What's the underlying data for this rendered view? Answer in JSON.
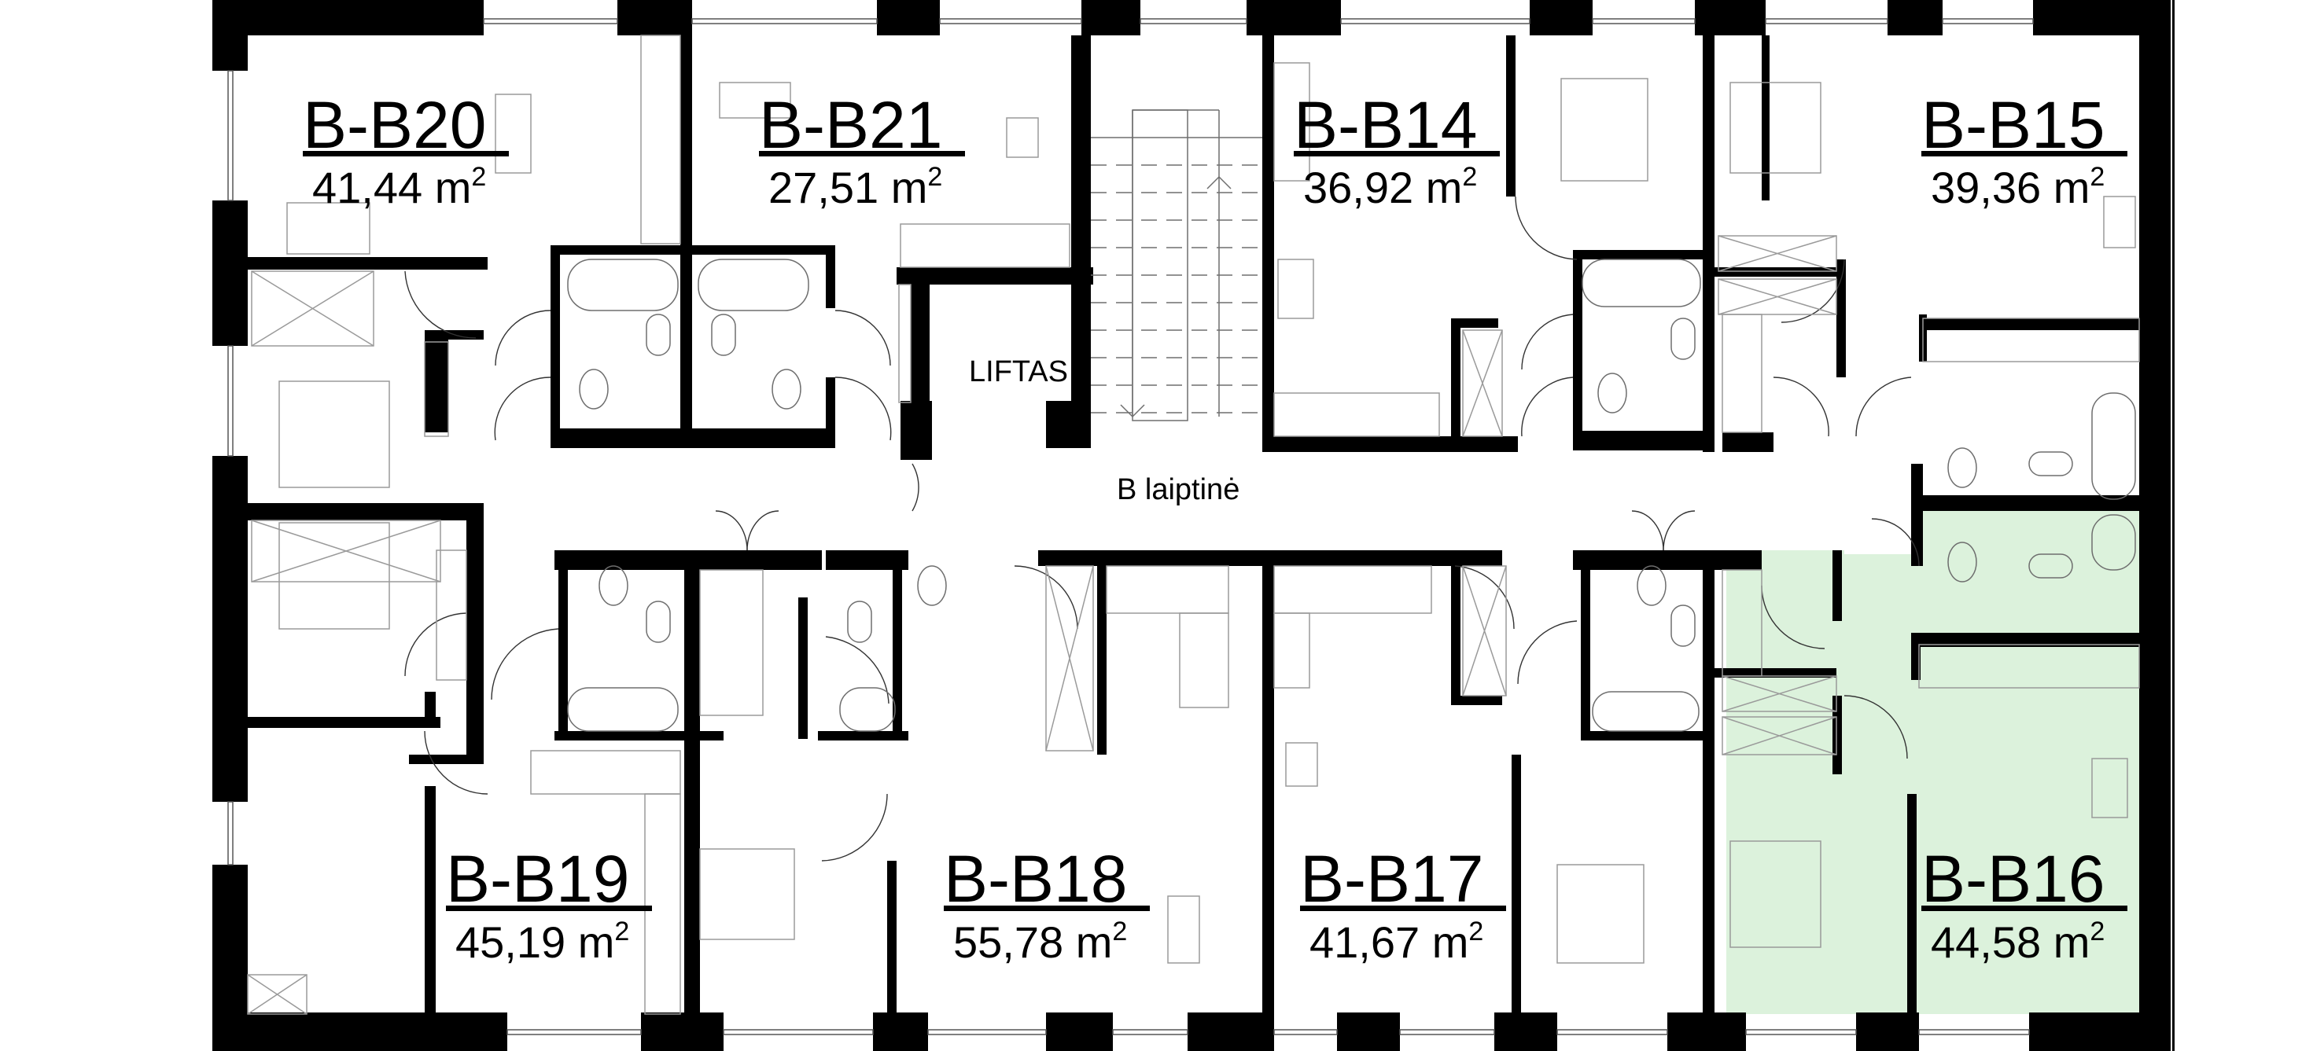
{
  "plan": {
    "highlight_color": "#DCF2DC",
    "wall_color": "#000000",
    "stairwell_label": "B laiptinė",
    "elevator_label": "LIFTAS",
    "area_unit": "m",
    "area_unit_exponent": "2",
    "apartments": [
      {
        "id": "B-B20",
        "area": "41,44",
        "highlighted": false
      },
      {
        "id": "B-B21",
        "area": "27,51",
        "highlighted": false
      },
      {
        "id": "B-B14",
        "area": "36,92",
        "highlighted": false
      },
      {
        "id": "B-B15",
        "area": "39,36",
        "highlighted": false
      },
      {
        "id": "B-B19",
        "area": "45,19",
        "highlighted": false
      },
      {
        "id": "B-B18",
        "area": "55,78",
        "highlighted": false
      },
      {
        "id": "B-B17",
        "area": "41,67",
        "highlighted": false
      },
      {
        "id": "B-B16",
        "area": "44,58",
        "highlighted": true
      }
    ]
  }
}
